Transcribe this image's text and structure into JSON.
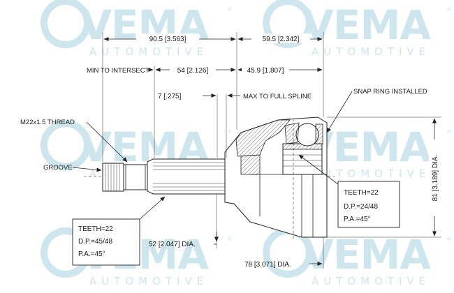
{
  "watermark": {
    "brand": "VEMA",
    "subtitle": "AUTOMOTIVE",
    "registered": "®"
  },
  "dimensions": {
    "overall_left": "90.5 [3.563]",
    "overall_right": "59.5 [2.342]",
    "intersect_label": "MIN TO INTERSECT",
    "intersect_value": "54 [2.126]",
    "spline_value": "45.9 [1.807]",
    "groove_offset": "7 [.275]",
    "spline_label": "MAX TO FULL SPLINE",
    "outer_diameter": "81 [3.189] DIA.",
    "shaft_diameter": "52 [2.047] DIA.",
    "cup_diameter": "78 [3.071] DIA."
  },
  "callouts": {
    "thread": "M22x1.5 THREAD",
    "groove": "GROOVE",
    "snap_ring": "SNAP RING INSTALLED"
  },
  "spec_left": {
    "teeth": "TEETH=22",
    "dp": "D.P.=45/48",
    "pa": "P.A.=45°"
  },
  "spec_right": {
    "teeth": "TEETH=22",
    "dp": "D.P.=24/48",
    "pa": "P.A.=45°"
  }
}
